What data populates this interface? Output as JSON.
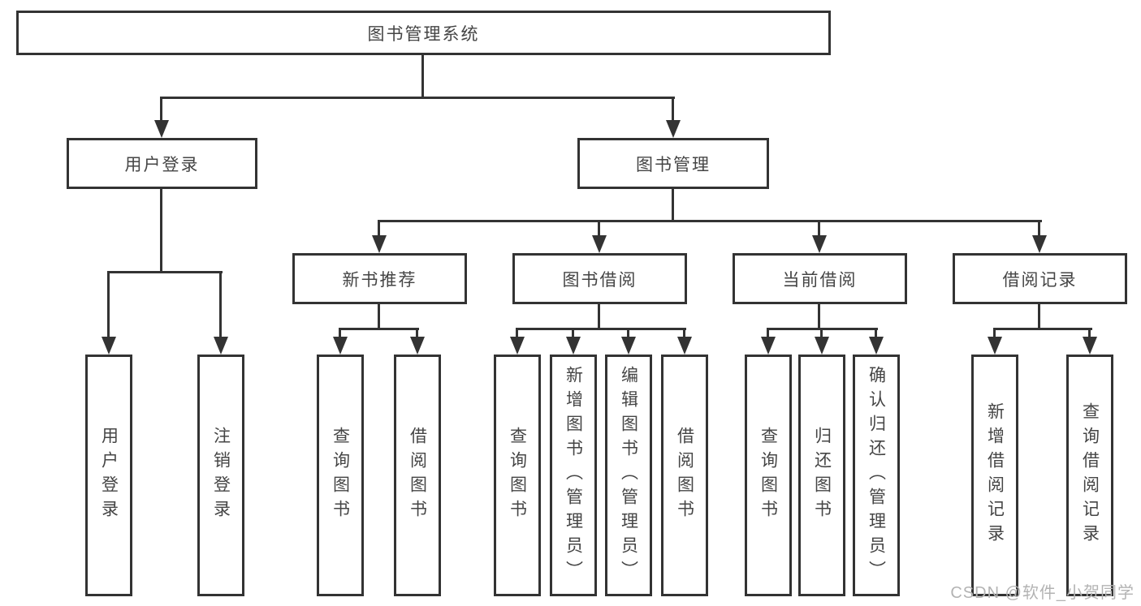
{
  "tree": {
    "root": {
      "label": "图书管理系统"
    },
    "branches": [
      {
        "label": "用户登录",
        "children": [
          {
            "label": "用户登录"
          },
          {
            "label": "注销登录"
          }
        ]
      },
      {
        "label": "图书管理",
        "children": [
          {
            "label": "新书推荐",
            "children": [
              {
                "label": "查询图书"
              },
              {
                "label": "借阅图书"
              }
            ]
          },
          {
            "label": "图书借阅",
            "children": [
              {
                "label": "查询图书"
              },
              {
                "label": "新增图书（管理员）"
              },
              {
                "label": "编辑图书（管理员）"
              },
              {
                "label": "借阅图书"
              }
            ]
          },
          {
            "label": "当前借阅",
            "children": [
              {
                "label": "查询图书"
              },
              {
                "label": "归还图书"
              },
              {
                "label": "确认归还（管理员）"
              }
            ]
          },
          {
            "label": "借阅记录",
            "children": [
              {
                "label": "新增借阅记录"
              },
              {
                "label": "查询借阅记录"
              }
            ]
          }
        ]
      }
    ]
  },
  "watermark": {
    "text": "CSDN @软件_小贺同学"
  },
  "colors": {
    "line": "#333333",
    "text": "#454545",
    "watermark": "#b3b3b3",
    "background": "#ffffff"
  }
}
